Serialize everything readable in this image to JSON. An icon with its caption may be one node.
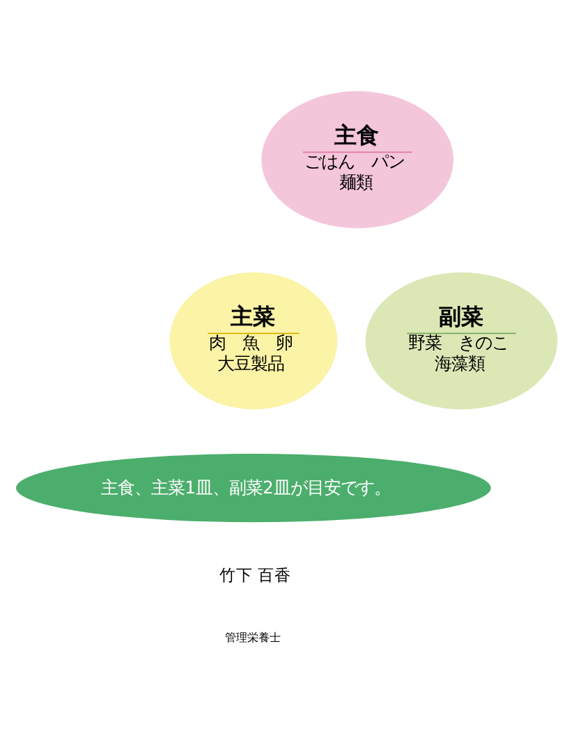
{
  "diagram": {
    "nodes": [
      {
        "text": [
          "主食",
          "ごはん　パン",
          "麺類"
        ]
      },
      {
        "text": [
          "主菜",
          "肉　魚　卵",
          "大豆製品"
        ]
      },
      {
        "text": [
          "副菜",
          "野菜　きのこ",
          "海藻類"
        ]
      },
      {
        "text": [
          "主食、主菜1皿、副菜2皿が目安です。"
        ]
      }
    ],
    "edges": [],
    "labels": [
      "竹下 百香",
      "管理栄養士"
    ]
  }
}
